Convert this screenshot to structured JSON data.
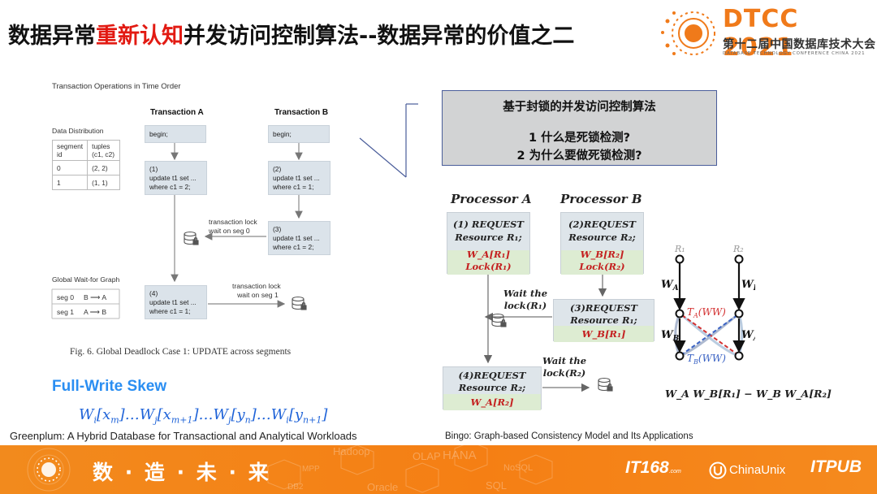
{
  "title": {
    "prefix": "数据异常",
    "highlight": "重新认知",
    "suffix": "并发访问控制算法--数据异常的价值之二"
  },
  "logo": {
    "main": "DTCC 2021",
    "cn": "第十二届中国数据库技术大会",
    "en": "DATABASE TECHNOLOGY CONFERENCE CHINA 2021"
  },
  "left_figure": {
    "heading": "Transaction Operations in Time Order",
    "col_a": "Transaction A",
    "col_b": "Transaction B",
    "data_distribution": {
      "label": "Data Distribution",
      "headers": [
        "segment id",
        "tuples (c1, c2)"
      ],
      "rows": [
        [
          "0",
          "(2, 2)"
        ],
        [
          "1",
          "(1, 1)"
        ]
      ]
    },
    "boxes": {
      "a_begin": "begin;",
      "a1_step": "(1)",
      "a1_l1": "update t1 set ...",
      "a1_l2": "where c1 = 2;",
      "b_begin": "begin;",
      "b2_step": "(2)",
      "b2_l1": "update t1 set ...",
      "b2_l2": "where c1 = 1;",
      "b3_step": "(3)",
      "b3_l1": "update t1 set ...",
      "b3_l2": "where c1 = 2;",
      "a4_step": "(4)",
      "a4_l1": "update t1 set ...",
      "a4_l2": "where c1 = 1;"
    },
    "lock_label_1": {
      "l1": "transaction lock",
      "l2": "wait on seg 0"
    },
    "lock_label_2": {
      "l1": "transaction lock",
      "l2": "wait on seg 1"
    },
    "wait_for_graph": {
      "label": "Global Wait-for Graph",
      "rows": [
        [
          "seg 0",
          "B ⟶ A"
        ],
        [
          "seg 1",
          "A ⟶ B"
        ]
      ]
    },
    "caption": "Fig. 6.  Global Deadlock Case 1: UPDATE across segments",
    "full_write_skew": "Full-Write Skew",
    "formula": {
      "w1": "W",
      "s1": "i",
      "x1": "[x",
      "sx1": "m",
      "c1": "]…",
      "w2": "W",
      "s2": "j",
      "x2": "[x",
      "sx2": "m+1",
      "c2": "]…",
      "w3": "W",
      "s3": "j",
      "x3": "[y",
      "sx3": "n",
      "c3": "]…",
      "w4": "W",
      "s4": "i",
      "x4": "[y",
      "sx4": "n+1",
      "c4": "]"
    },
    "source": "Greenplum: A Hybrid Database for Transactional and Analytical Workloads"
  },
  "question_box": {
    "title": "基于封锁的并发访问控制算法",
    "q1": "1 什么是死锁检测?",
    "q2": "2 为什么要做死锁检测?"
  },
  "right_figure": {
    "proc_a": "Processor A",
    "proc_b": "Processor B",
    "box1": {
      "l1": "(1) REQUEST",
      "l2": "Resource R₁;",
      "l3": "W_A[R₁]",
      "l4": "Lock(R₁)"
    },
    "box2": {
      "l1": "(2)REQUEST",
      "l2": "Resource R₂;",
      "l3": "W_B[R₂]",
      "l4": "Lock(R₂)"
    },
    "box3": {
      "l1": "(3)REQUEST",
      "l2": "Resource R₁;",
      "l3": "W_B[R₁]"
    },
    "box4": {
      "l1": "(4)REQUEST",
      "l2": "Resource R₂;",
      "l3": "W_A[R₂]"
    },
    "wait1": {
      "l1": "Wait the",
      "l2": "lock(R₁)"
    },
    "wait2": {
      "l1": "Wait the",
      "l2": "lock(R₂)"
    },
    "graph": {
      "r1": "R₁",
      "r2": "R₂",
      "wa_left": "W",
      "wa_left_sub": "A",
      "wb_right": "W",
      "wb_right_sub": "B",
      "wb_left": "W",
      "wb_left_sub": "B",
      "wa_right": "W",
      "wa_right_sub": "A",
      "ta": "T",
      "ta_sub": "A",
      "ta_ww": "(WW)",
      "tb": "T",
      "tb_sub": "B",
      "tb_ww": "(WW)"
    },
    "formula": "W_A W_B[R₁] − W_B W_A[R₂]",
    "source": "Bingo: Graph-based Consistency Model and Its Applications"
  },
  "footer": {
    "slogan": "数 · 造 · 未 · 来",
    "watermarks": [
      "Hadoop",
      "OLAP",
      "HANA",
      "MPP",
      "Oracle",
      "DB2",
      "SQL",
      "NoSQL"
    ],
    "logo1": "IT168",
    "logo1_small": ".com",
    "logo2": "ChinaUnix",
    "logo3": "ITPUB"
  },
  "colors": {
    "accent_red": "#e21a12",
    "brand_orange": "#f07a1a",
    "footer_orange": "#f58220",
    "blue_formula": "#1f63d8"
  }
}
